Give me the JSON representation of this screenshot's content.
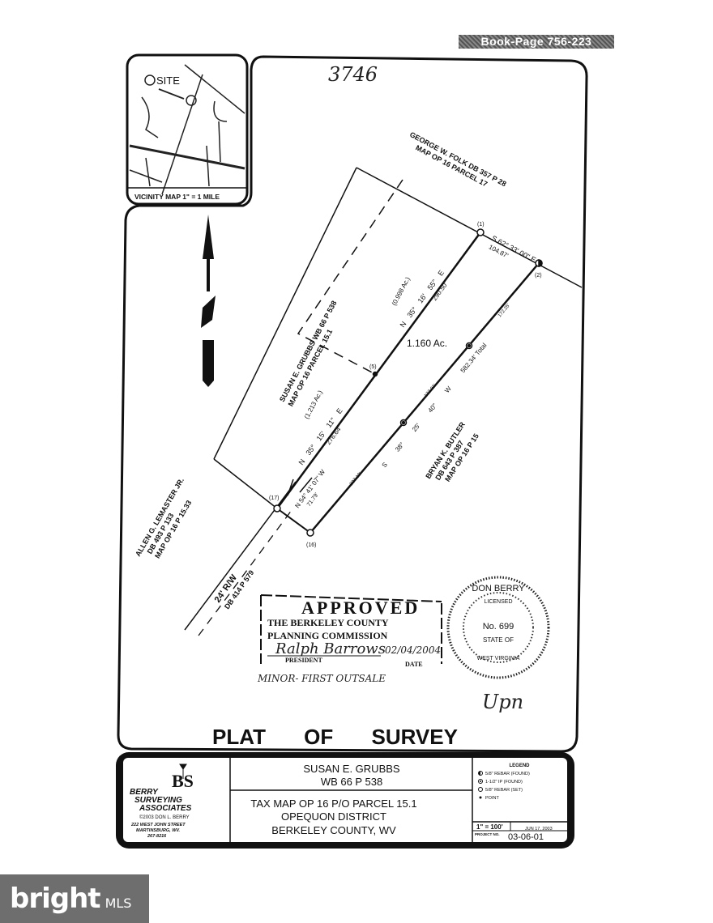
{
  "book_page": "Book-Page 756-223",
  "handwritten_number": "3746",
  "vicinity_map": {
    "site_label": "SITE",
    "caption": "VICINITY MAP   1\" = 1 MILE"
  },
  "adjoiners": {
    "folk": [
      "GEORGE W. FOLK  DB 357 P 28",
      "MAP OP 16 PARCEL 17"
    ],
    "grubbs": [
      "SUSAN E. GRUBBS  WB 66 P 538",
      "MAP OP 16 PARCEL 15.1"
    ],
    "butler": [
      "BRYAN K. BUTLER",
      "DB 643 P 387",
      "MAP OP 16 P 15"
    ],
    "lemaster": [
      "ALLEN G. LEMASTER JR.",
      "DB 493 P 133",
      "MAP OP 16 P 15.33"
    ],
    "row": [
      "24' R/W",
      "DB 414 P 579"
    ]
  },
  "courses": {
    "north_bearing": "S 62° 33' 00\" E",
    "north_distance": "104.87'",
    "west_bearing_upper": "N 35° 16' 55\" E",
    "west_distance_upper": "290.50'",
    "remainder_acreage_upper": "(0.998 Ac.)",
    "lot_acreage": "1.160 Ac.",
    "east_segment_1": "172.25'",
    "east_bearing": "S 38° 25' 40\" W",
    "east_total": "582.34' Total",
    "east_segment_2": "172.91'",
    "east_segment_3": "237.18'",
    "west_bearing_lower": "N 35° 15' 11\" E",
    "west_distance_lower": "276.64'",
    "remainder_acreage_lower": "(1.213 Ac.)",
    "south_bearing": "N 54° 41' 07\" W",
    "south_distance": "71.79'"
  },
  "points": [
    "(1)",
    "(2)",
    "(5)",
    "(16)",
    "(17)"
  ],
  "approval_stamp": {
    "title": "APPROVED",
    "line1": "THE BERKELEY COUNTY",
    "line2": "PLANNING COMMISSION",
    "signature": "Ralph Barrows",
    "president": "PRESIDENT",
    "date_value": "02/04/2004",
    "date_label": "DATE",
    "note": "MINOR- FIRST OUTSALE"
  },
  "seal": {
    "name": "DON BERRY",
    "licensed": "LICENSED",
    "number": "No. 699",
    "state_of": "STATE OF",
    "state": "WEST VIRGINIA",
    "initials": "Upn"
  },
  "plat_title": "PLAT OF SURVEY",
  "title_block": {
    "company_logo": "BS",
    "company": [
      "BERRY",
      "SURVEYING",
      "ASSOCIATES"
    ],
    "copyright": "©2003 DON L. BERRY",
    "address": [
      "222 WEST JOHN STREET",
      "MARTINSBURG, WV.",
      "267-8216"
    ],
    "owner": "SUSAN E. GRUBBS",
    "deed": "WB 66 P 538",
    "tax_map": "TAX MAP OP 16  P/O PARCEL 15.1",
    "district": "OPEQUON DISTRICT",
    "county": "BERKELEY COUNTY, WV",
    "legend_title": "LEGEND",
    "legend": [
      "5/8\" REBAR (FOUND)",
      "1-1/2\" IP (FOUND)",
      "5/8\" REBAR (SET)",
      "POINT"
    ],
    "scale": "1\" = 100'",
    "date": "JUN 17, 2003",
    "project_label": "PROJECT NO.",
    "project_no": "03-06-01"
  },
  "watermark": {
    "brand": "bright",
    "suffix": "MLS"
  }
}
